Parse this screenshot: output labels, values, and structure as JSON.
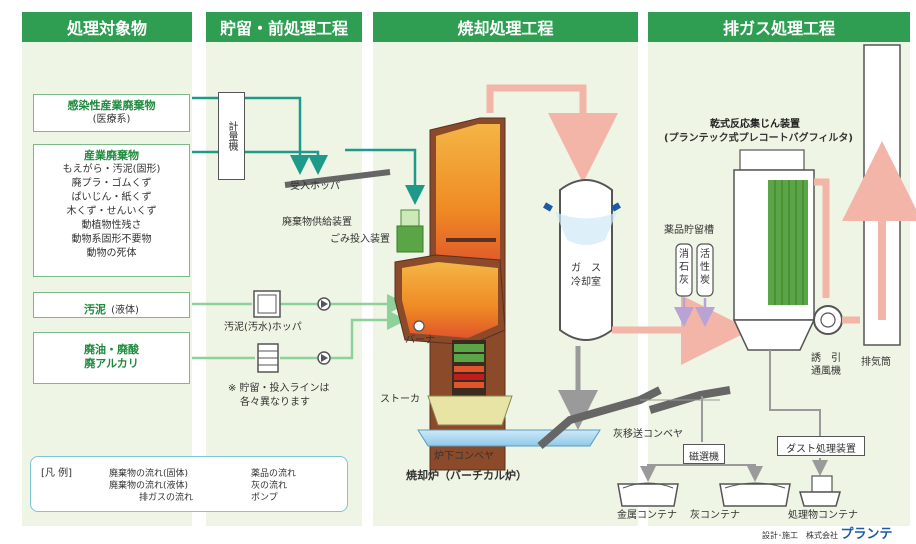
{
  "headers": {
    "col1": "処理対象物",
    "col2": "貯留・前処理工程",
    "col3": "焼却処理工程",
    "col4": "排ガス処理工程"
  },
  "inputs": {
    "infectious_title": "感染性産業廃棄物",
    "infectious_sub": "(医療系)",
    "industrial_title": "産業廃棄物",
    "industrial_items": [
      "もえがら・汚泥(固形)",
      "廃プラ・ゴムくず",
      "ぱいじん・紙くず",
      "木くず・せんいくず",
      "動植物性残さ",
      "動物系固形不要物",
      "動物の死体"
    ],
    "sludge_title": "汚泥",
    "sludge_sub": "(液体)",
    "oil_line1": "廃油・廃酸",
    "oil_line2": "廃アルカリ"
  },
  "storage": {
    "meter": "計量機",
    "receiving_hopper": "受入ホッパ",
    "feeder": "廃棄物供給装置",
    "charger": "ごみ投入装置",
    "sludge_hopper": "汚泥(汚水)ホッパ",
    "note_line1": "※ 貯留・投入ラインは",
    "note_line2": "各々異なります"
  },
  "incineration": {
    "burner": "バーナ",
    "stoker": "ストーカ",
    "quench_line1": "ガ　ス",
    "quench_line2": "冷却室",
    "bottom_conveyor": "炉下コンベヤ",
    "furnace_name": "焼却炉（バーチカル炉）",
    "ash_conveyor": "灰移送コンベヤ",
    "magnet": "磁選機",
    "metal_container": "金属コンテナ",
    "ash_container": "灰コンテナ"
  },
  "exhaust": {
    "bagfilter_line1": "乾式反応集じん装置",
    "bagfilter_line2": "(プランテック式プレコートバグフィルタ)",
    "chem_tank": "薬品貯留槽",
    "slaked_lime": "消石灰",
    "activated_carbon": "活性炭",
    "fan": "誘　引\n通風機",
    "stack": "排気筒",
    "dust_unit": "ダスト処理装置",
    "product_container": "処理物コンテナ"
  },
  "legend": {
    "title": "[凡 例]",
    "items": [
      "廃棄物の流れ(固体)",
      "廃棄物の流れ(液体)",
      "排ガスの流れ",
      "薬品の流れ",
      "灰の流れ",
      "ポンプ"
    ]
  },
  "footer": {
    "credit": "設計･施工　株式会社",
    "company": "プランテ"
  },
  "colors": {
    "header_green": "#2f9e52",
    "panel_bg": "#eef5e4",
    "solid_flow": "#1f9a8a",
    "liquid_flow": "#8fd19a",
    "gas_flow": "#f2b5a8",
    "chem_flow": "#b9a3d6",
    "ash_flow": "#9a9a9a",
    "furnace_fill": "#f0a030"
  }
}
